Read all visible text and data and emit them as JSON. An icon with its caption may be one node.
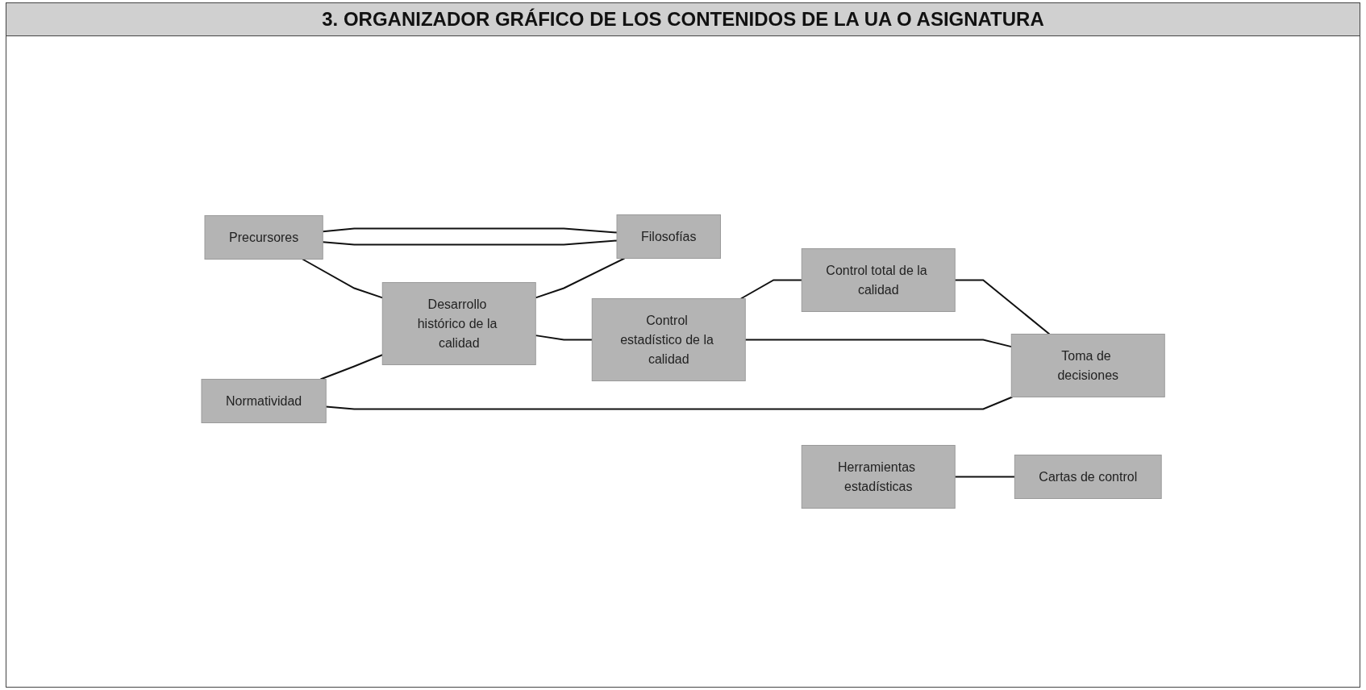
{
  "diagram": {
    "title": "3. ORGANIZADOR GRÁFICO DE LOS CONTENIDOS DE LA UA O ASIGNATURA",
    "nodes": [
      {
        "text": [
          "Normatividad"
        ]
      },
      {
        "text": [
          "Precursores"
        ]
      },
      {
        "text": [
          "Desarrollo histórico de la calidad"
        ]
      },
      {
        "text": [
          "Filosofías"
        ]
      },
      {
        "text": [
          "Control estadístico de la calidad"
        ]
      },
      {
        "text": [
          "Herramientas estadísticas"
        ]
      },
      {
        "text": [
          "Cartas de control"
        ]
      },
      {
        "text": [
          "Control total de la calidad"
        ]
      },
      {
        "text": [
          "Toma de decisiones"
        ]
      }
    ],
    "edges": [
      {
        "from": 0,
        "to": 2,
        "arrow": "none"
      },
      {
        "from": 1,
        "to": 2,
        "arrow": "none"
      },
      {
        "from": 2,
        "to": 3,
        "arrow": "none"
      },
      {
        "from": 1,
        "to": 3,
        "arrow": "none"
      },
      {
        "from": 1,
        "to": 3,
        "arrow": "none"
      },
      {
        "from": 2,
        "to": 4,
        "arrow": "none"
      },
      {
        "from": 4,
        "to": 7,
        "arrow": "none"
      },
      {
        "from": 5,
        "to": 6,
        "arrow": "none"
      },
      {
        "from": 0,
        "to": 8,
        "arrow": "none"
      },
      {
        "from": 4,
        "to": 8,
        "arrow": "none"
      },
      {
        "from": 7,
        "to": 8,
        "arrow": "none"
      }
    ]
  }
}
